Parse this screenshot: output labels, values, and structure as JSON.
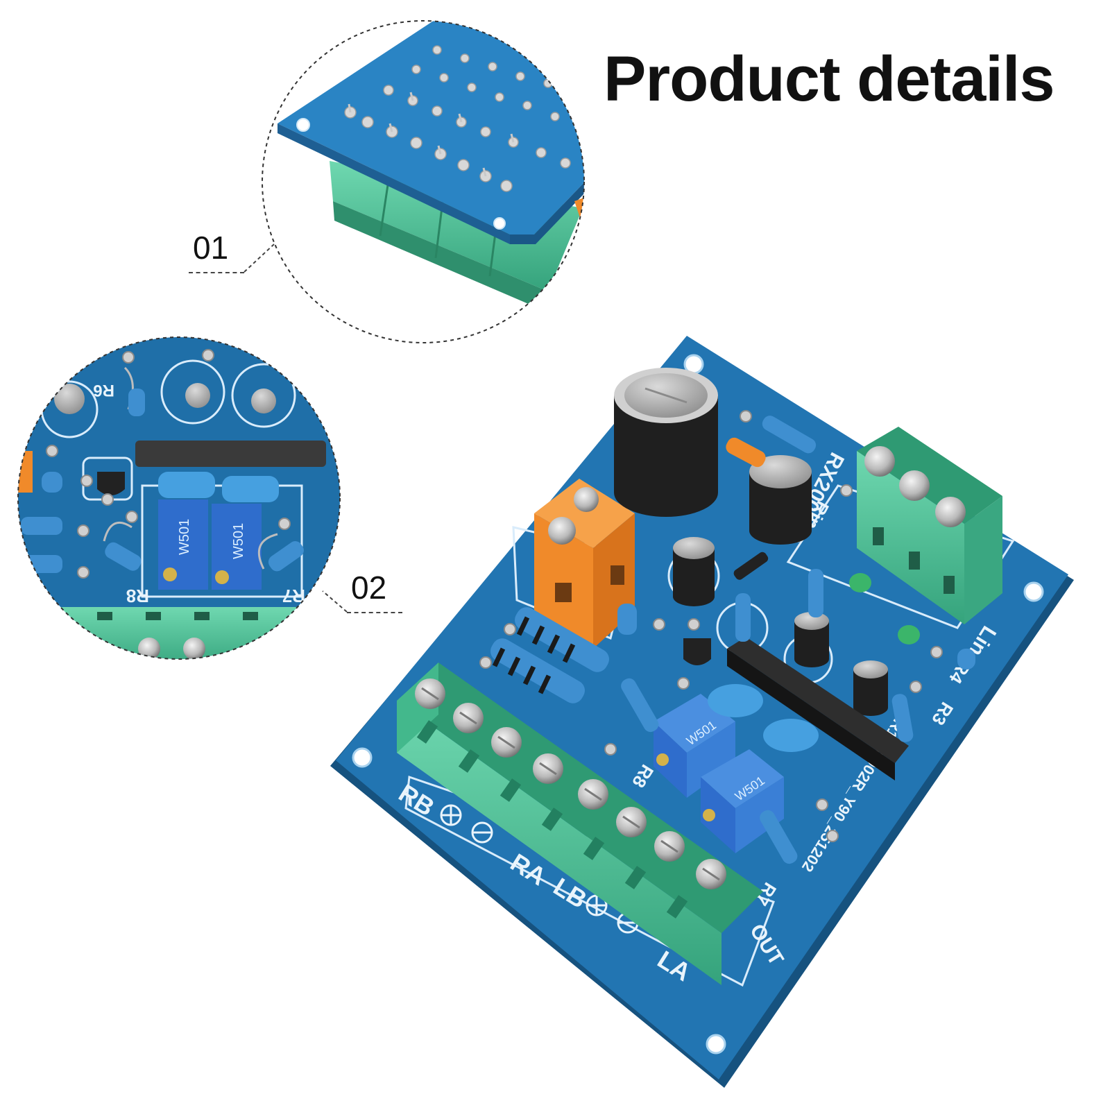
{
  "title": "Product details",
  "callouts": [
    {
      "label": "01"
    },
    {
      "label": "02"
    }
  ],
  "board": {
    "model_code": "RX200222",
    "serial_code": "R1038902R_Y90_251202",
    "output_label": "OUT",
    "terminal_labels": [
      "RB",
      "RA",
      "LB",
      "LA"
    ],
    "input_label": "Lin",
    "input_label_right": "Rin",
    "part_labels": {
      "r3": "R3",
      "r4": "R4",
      "r7": "R7",
      "r8": "R8",
      "r6": "R6"
    },
    "trimmer_marking": "W501"
  },
  "colors": {
    "pcb": "#1f6fa8",
    "pcb_dark": "#175a8c",
    "terminal_green": "#4cc59a",
    "terminal_orange": "#f08a2a",
    "trimmer_blue": "#3a7fd6",
    "resistor_blue": "#3f8fd0",
    "capacitor_black": "#1a1a1a"
  }
}
